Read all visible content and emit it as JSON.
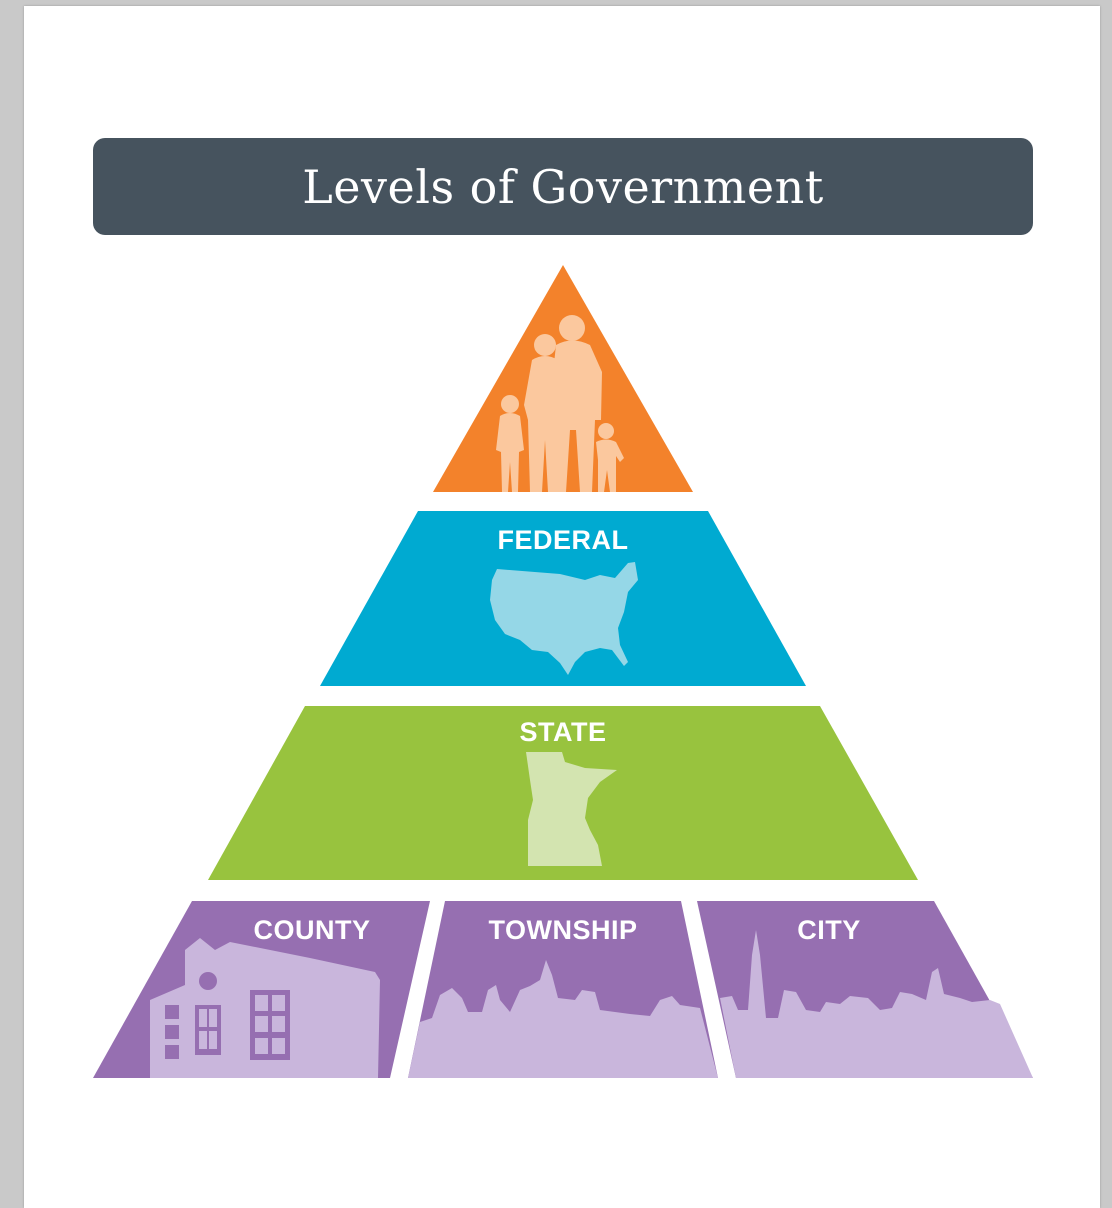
{
  "title": "Levels of Government",
  "colors": {
    "title_bar": "#46535e",
    "people": "#f3822b",
    "people_figure": "#fbc89e",
    "federal": "#00aad1",
    "federal_map": "#95d7e7",
    "state": "#98c33e",
    "state_map": "#d3e4b0",
    "local": "#966fb1",
    "local_skyline": "#c9b6dc"
  },
  "tiers": {
    "people": {
      "icon": "family-silhouette-icon"
    },
    "federal": {
      "label": "FEDERAL",
      "icon": "usa-map-icon"
    },
    "state": {
      "label": "STATE",
      "icon": "minnesota-map-icon"
    },
    "local": [
      {
        "label": "COUNTY",
        "icon": "county-building-icon"
      },
      {
        "label": "TOWNSHIP",
        "icon": "township-skyline-icon"
      },
      {
        "label": "CITY",
        "icon": "city-skyline-icon"
      }
    ]
  }
}
